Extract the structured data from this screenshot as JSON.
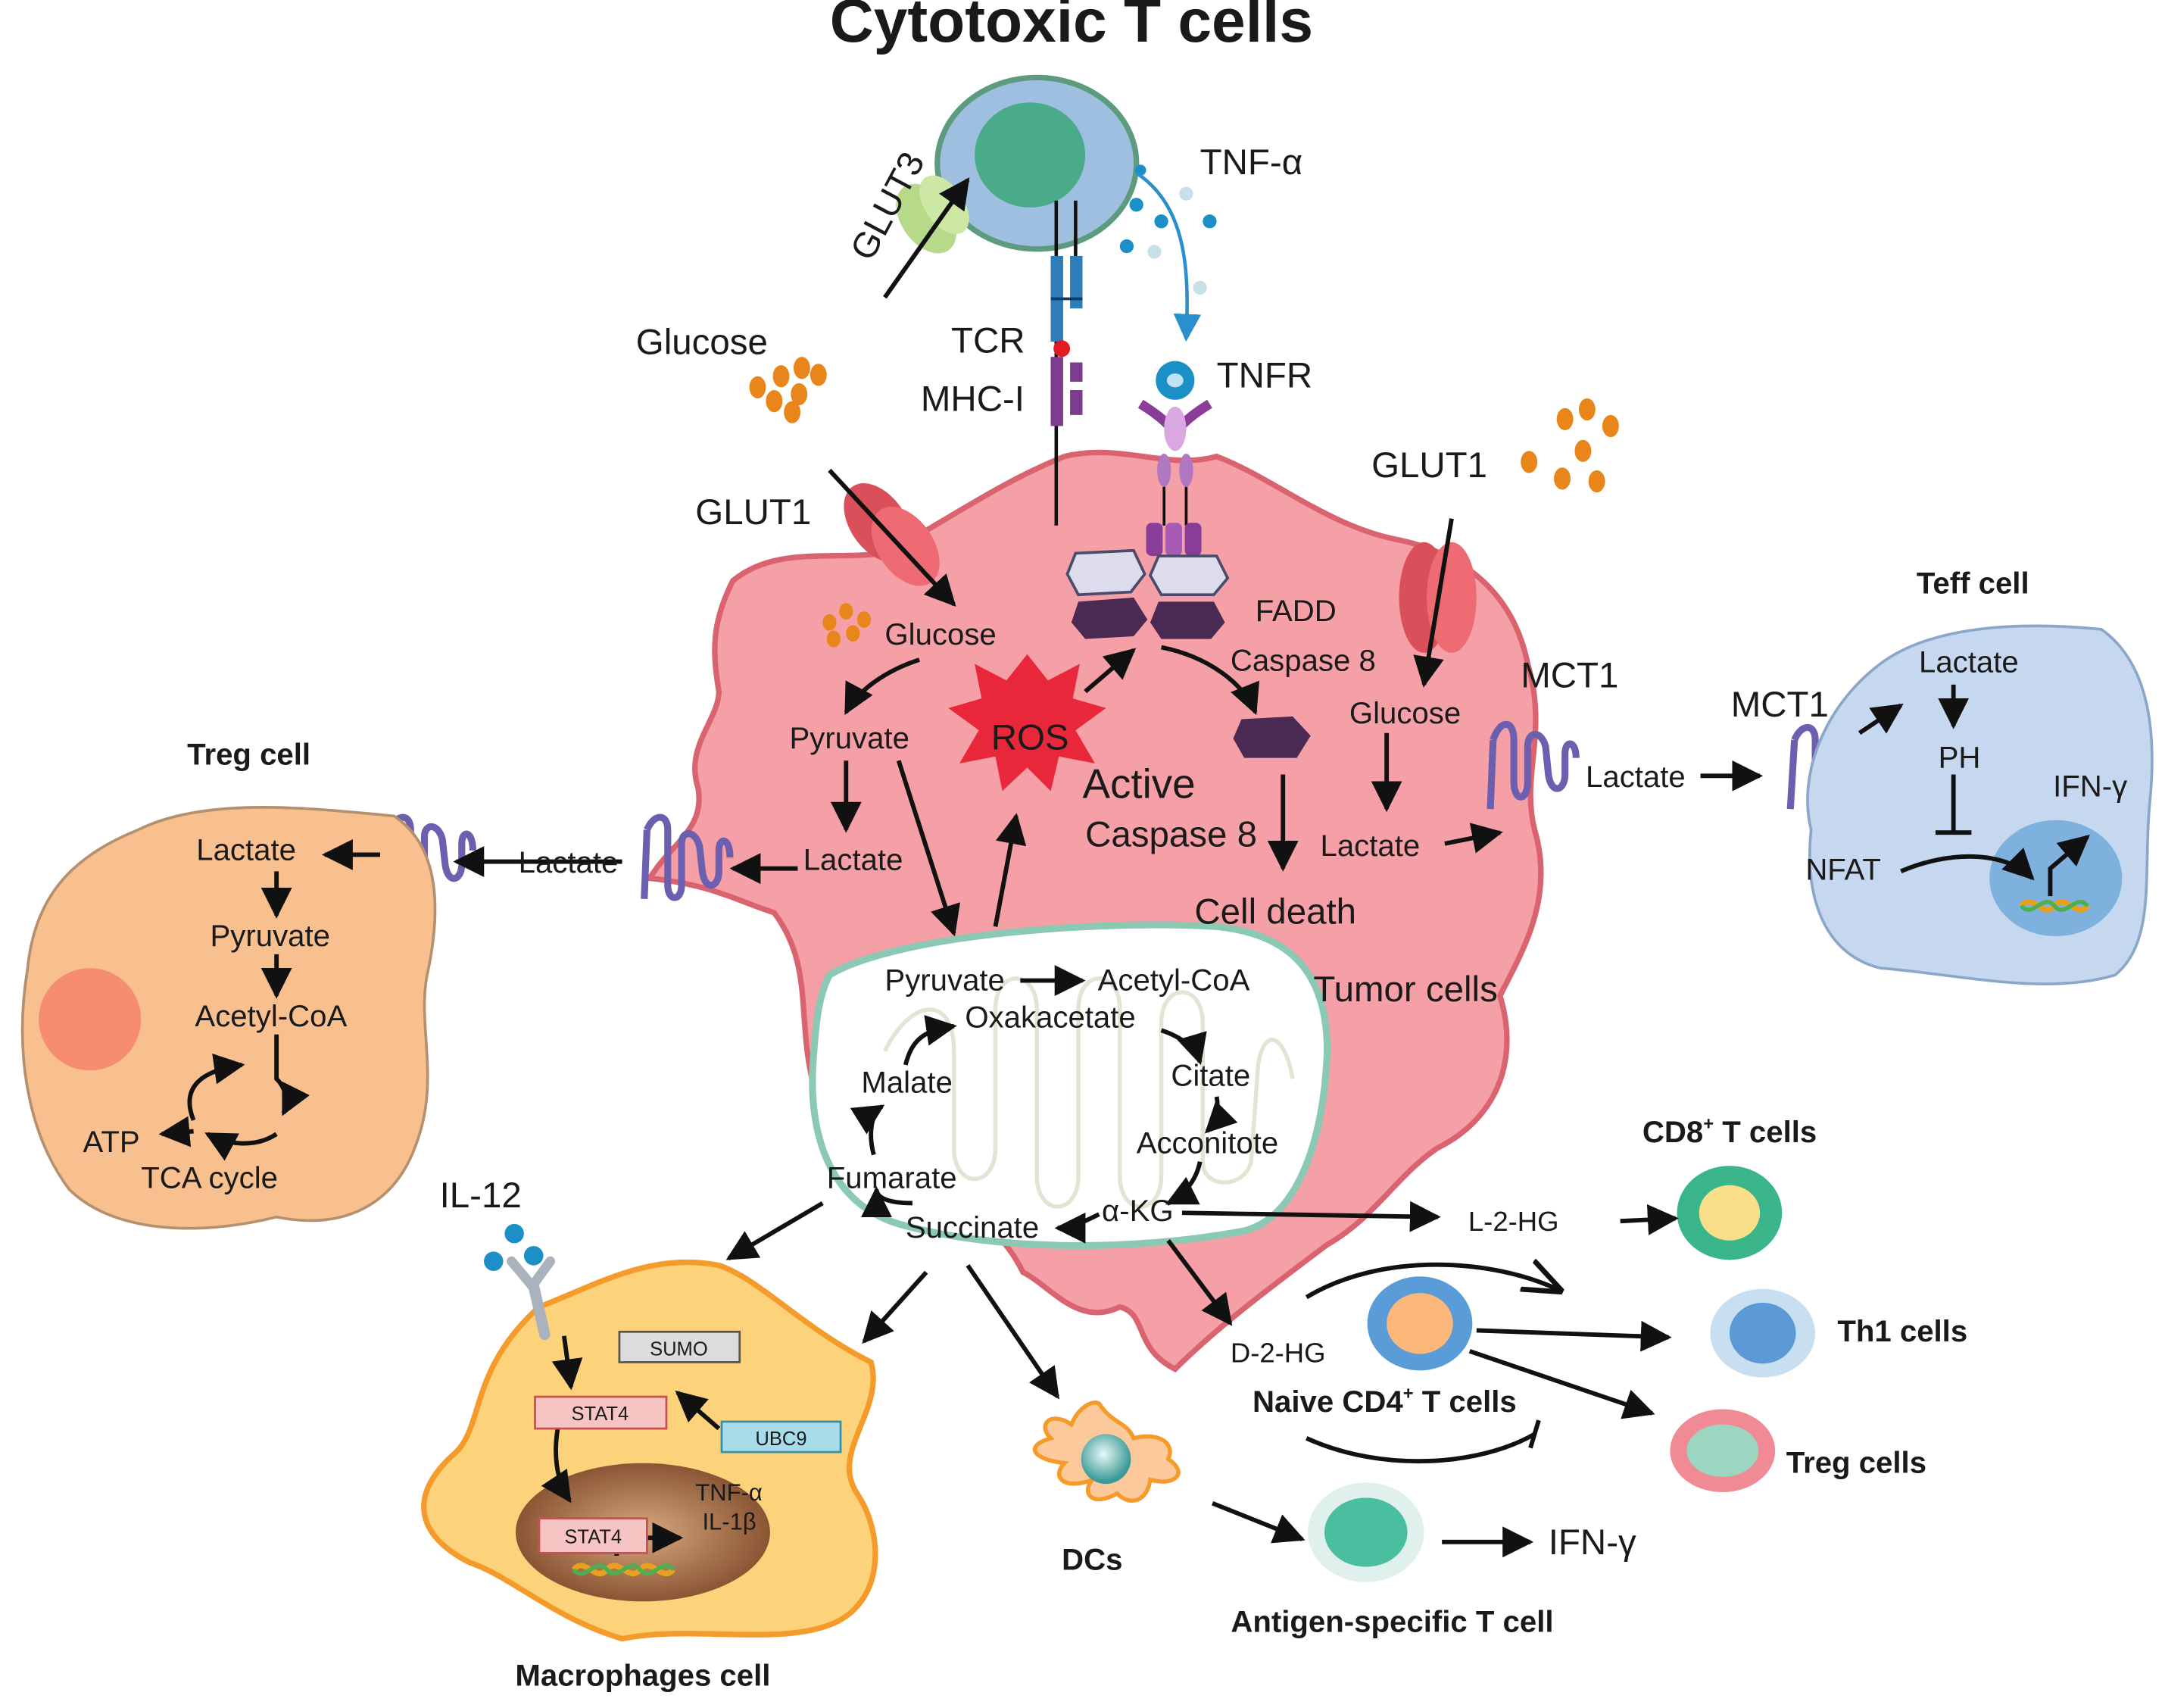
{
  "labels": {
    "cytotoxic_t_cells": "Cytotoxic T cells",
    "glut3": "GLUT3",
    "tnf_alpha": "TNF-α",
    "glucose_outer": "Glucose",
    "tcr": "TCR",
    "mhc_i": "MHC-I",
    "tnfr": "TNFR",
    "glut1_left": "GLUT1",
    "glut1_right": "GLUT1",
    "glucose_inner_left": "Glucose",
    "glucose_inner_right": "Glucose",
    "fadd": "FADD",
    "caspase8": "Caspase 8",
    "pyruvate": "Pyruvate",
    "ros": "ROS",
    "active": "Active",
    "active_caspase8": "Caspase 8",
    "mct1_tumor": "MCT1",
    "lactate_tumor_left": "Lactate",
    "lactate_tumor_right": "Lactate",
    "cell_death": "Cell death",
    "tumor_cells": "Tumor cells",
    "lactate_out_left": "Lactate",
    "lactate_out_right": "Lactate",
    "mito_pyruvate": "Pyruvate",
    "acetyl_coa": "Acetyl-CoA",
    "oxakacetate": "Oxakacetate",
    "citate": "Citate",
    "acconitote": "Acconitote",
    "akg": "α-KG",
    "succinate": "Succinate",
    "fumarate": "Fumarate",
    "malate": "Malate",
    "treg_cell": "Treg cell",
    "treg_lactate": "Lactate",
    "treg_pyruvate": "Pyruvate",
    "treg_acetyl_coa": "Acetyl-CoA",
    "atp": "ATP",
    "tca_cycle": "TCA cycle",
    "teff_cell": "Teff cell",
    "mct1_teff": "MCT1",
    "teff_lactate": "Lactate",
    "ph": "PH",
    "ifn_gamma_teff": "IFN-γ",
    "nfat": "NFAT",
    "il12": "IL-12",
    "sumo": "SUMO",
    "stat4": "STAT4",
    "ubc9": "UBC9",
    "stat4_nucleus": "STAT4",
    "tnf_alpha_mac": "TNF-α",
    "il1b": "IL-1β",
    "macrophages_cell": "Macrophages cell",
    "dcs": "DCs",
    "antigen_specific_t_cell": "Antigen-specific T cell",
    "ifn_gamma_ag": "IFN-γ",
    "l2hg": "L-2-HG",
    "d2hg": "D-2-HG",
    "cd8_t_cells": "CD8",
    "cd8_sup": "+",
    "cd8_suffix": " T cells",
    "th1_cells": "Th1 cells",
    "naive_cd4": "Naive CD4",
    "naive_sup": "+",
    "naive_suffix": " T cells",
    "treg_cells": "Treg cells"
  },
  "colors": {
    "tumor_fill": "#f4a0a6",
    "tumor_stroke": "#d9646f",
    "mito_stroke": "#8cc9b4",
    "treg_fill": "#f9c08f",
    "treg_nucleus": "#f58d6e",
    "teff_fill": "#c5d8ef",
    "teff_nucleus": "#7fb1de",
    "macrophage_fill": "#fcd27a",
    "macrophage_stroke": "#f59b2c",
    "glucose_dot": "#e8861c",
    "tnf_dot": "#1c90c6",
    "ros": "#e8283a",
    "transporter": "#6c5fb0",
    "glut": "#ee6b74",
    "t_cell_body": "#9fbfe0",
    "t_cell_nucleus": "#4aab8a"
  }
}
